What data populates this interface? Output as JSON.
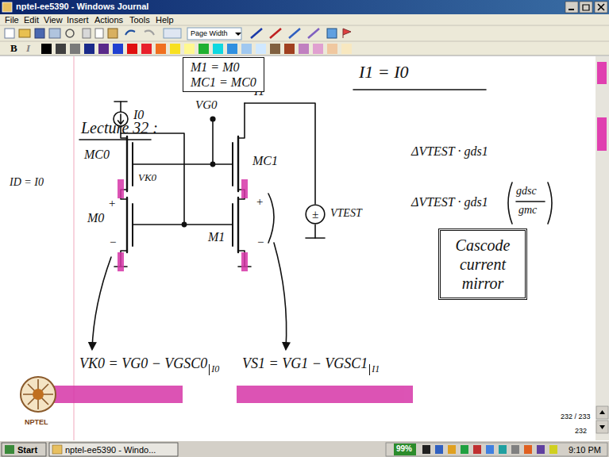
{
  "diagram": {
    "nodes": [
      {
        "text": [
          "M1 = M0",
          "MC1 = MC0"
        ]
      },
      {
        "text": [
          "±"
        ]
      },
      {
        "text": [
          "Cascode current mirror"
        ]
      }
    ],
    "labels": [
      "nptel-ee5390 - Windows Journal",
      "File",
      "Edit",
      "View",
      "Insert",
      "Actions",
      "Tools",
      "Help",
      "Page Width",
      "B",
      "I",
      "Lecture 32 :",
      "I1 = I0",
      "I0",
      "VG0",
      "I1",
      "MC0",
      "VK0",
      "MC1",
      "ID = I0",
      "+",
      "M0",
      "−",
      "+",
      "M1",
      "−",
      "VTEST",
      "ΔVTEST · gds1",
      "ΔVTEST · gds1",
      "gdsc",
      "gmc",
      "VK0 = VG0 − VGSC0",
      "I0",
      "VS1 = VG1 − VGSC1",
      "I1",
      "232 / 233",
      "232",
      "NPTEL",
      "Start",
      "nptel-ee5390 - Windo...",
      "99%",
      "9:10 PM"
    ]
  }
}
